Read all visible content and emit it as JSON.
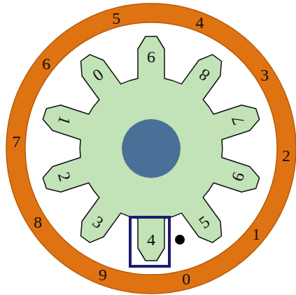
{
  "diagram": {
    "labels": [
      "0",
      "1",
      "2",
      "3",
      "4",
      "5",
      "6",
      "7",
      "8",
      "9",
      "0",
      "1",
      "2",
      "3",
      "4",
      "5",
      "6",
      "7",
      "8",
      "9"
    ]
  }
}
